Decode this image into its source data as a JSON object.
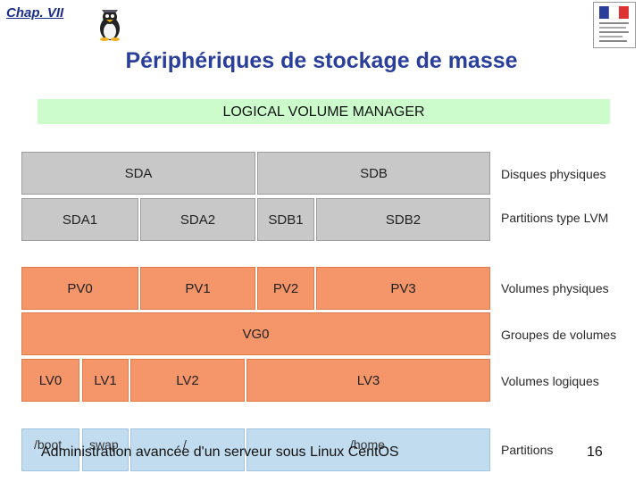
{
  "header": {
    "chapter": "Chap. VII",
    "title": "Périphériques de stockage de masse",
    "banner": "LOGICAL VOLUME MANAGER"
  },
  "diagram": {
    "disks": [
      "SDA",
      "SDB"
    ],
    "partitions": [
      "SDA1",
      "SDA2",
      "SDB1",
      "SDB2"
    ],
    "physical_volumes": [
      "PV0",
      "PV1",
      "PV2",
      "PV3"
    ],
    "volume_group": "VG0",
    "logical_volumes": [
      "LV0",
      "LV1",
      "LV2",
      "LV3"
    ],
    "mount_points": [
      "/boot",
      "swap",
      "/",
      "/home"
    ],
    "labels": {
      "disks": "Disques physiques",
      "partitions": "Partitions type LVM",
      "pv": "Volumes physiques",
      "vg": "Groupes de volumes",
      "lv": "Volumes logiques",
      "parts": "Partitions"
    },
    "colors": {
      "gray": "#c8c8c8",
      "orange": "#f5956a",
      "blue": "#c2dcef",
      "banner": "#ccfccc"
    }
  },
  "footer": {
    "text": "Administration avancée d'un serveur sous Linux CentOS",
    "page": "16"
  }
}
